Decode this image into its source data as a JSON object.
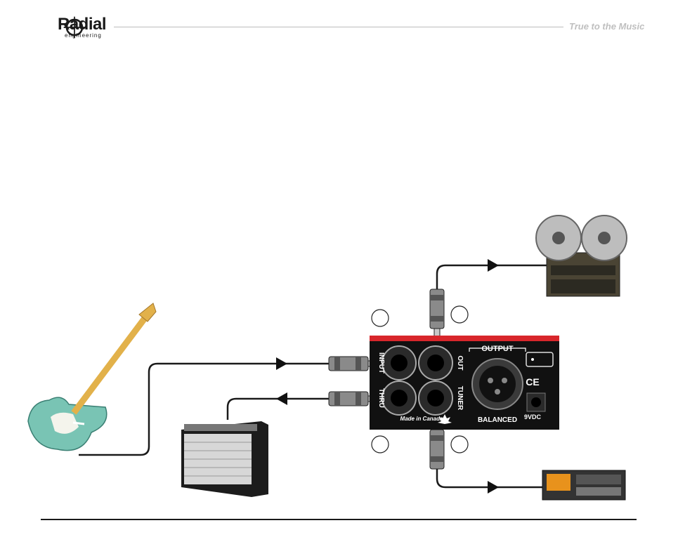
{
  "header": {
    "logo_text": "Radial",
    "logo_sub": "engineering",
    "tagline": "True to the Music"
  },
  "device": {
    "jack_input": "INPUT",
    "jack_thru": "THRU",
    "jack_out": "OUT",
    "jack_tuner": "TUNER",
    "output_label": "OUTPUT",
    "balanced_label": "BALANCED",
    "power_label": "9VDC",
    "ce_mark": "CE",
    "made_in": "Made in Canada"
  },
  "icons": [
    "radial-logo-icon",
    "guitar-icon",
    "amplifier-icon",
    "tape-recorder-icon",
    "tuner-icon",
    "arrow-right-icon",
    "arrow-left-icon",
    "maple-leaf-icon"
  ],
  "colors": {
    "device_body": "#111111",
    "device_stripe": "#d8262b",
    "cable": "#1a1a1a",
    "tagline": "#bfbfbf"
  }
}
